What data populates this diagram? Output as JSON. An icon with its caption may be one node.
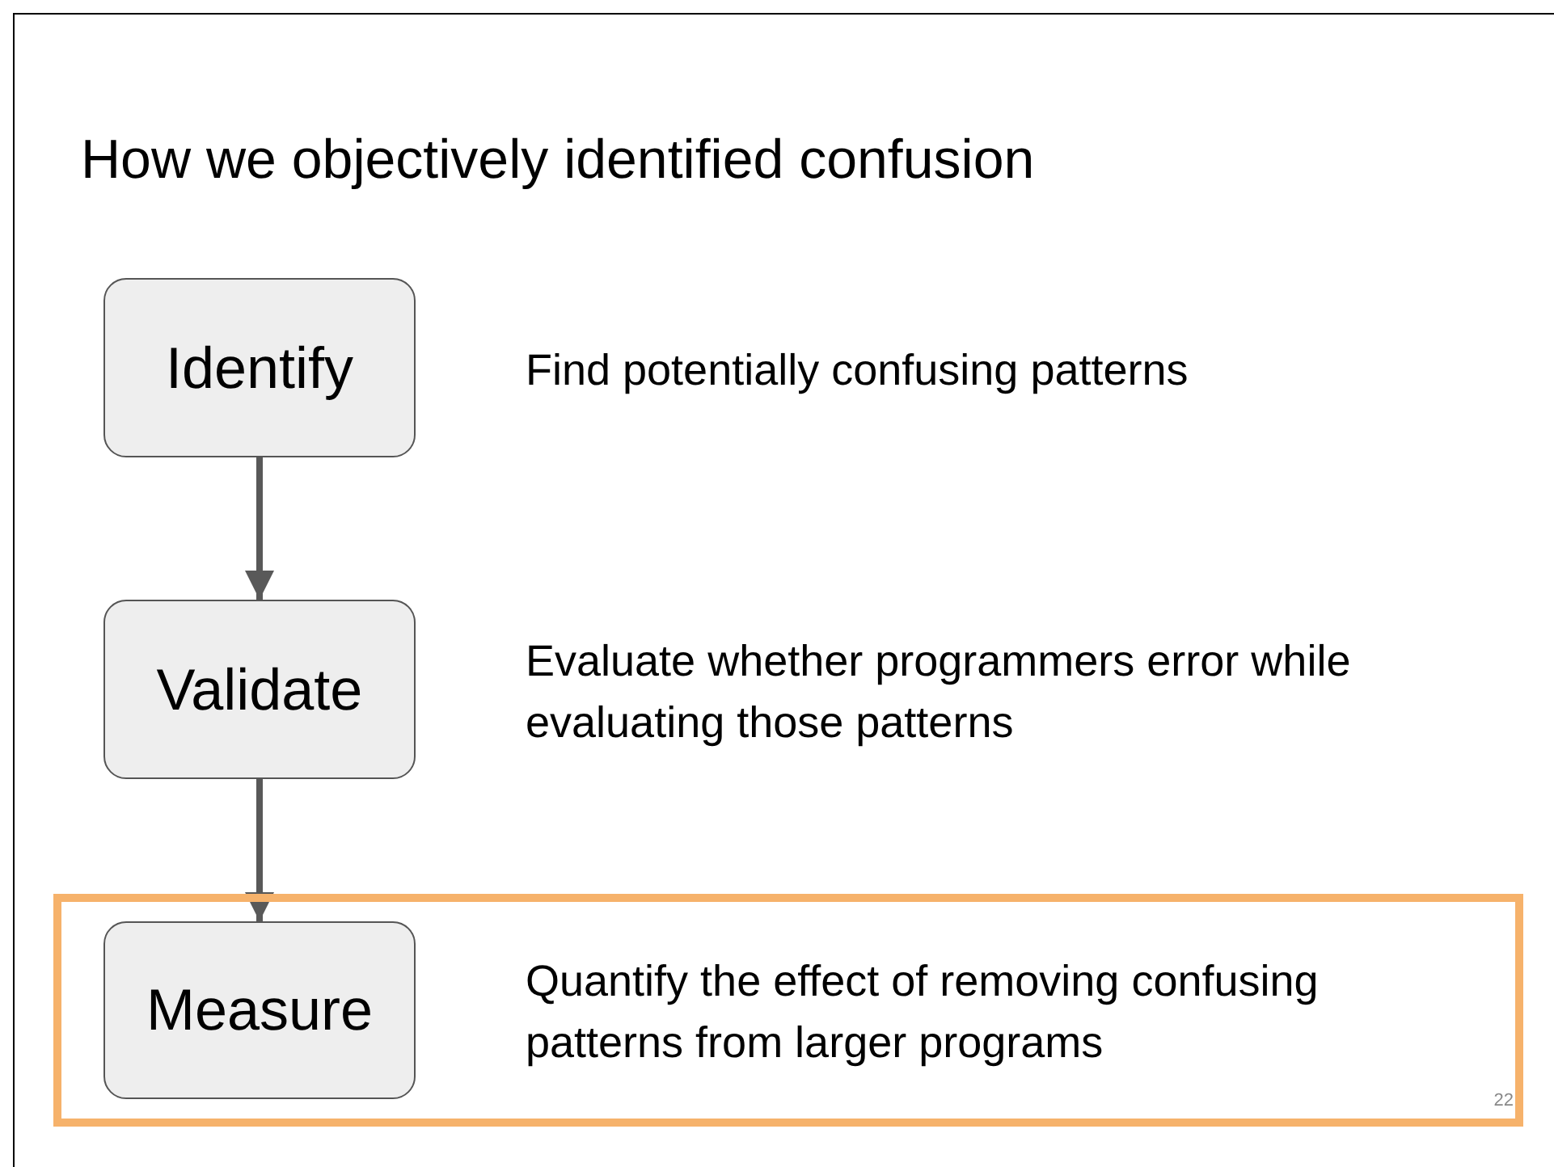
{
  "diagram": {
    "title": "How we objectively identified confusion",
    "nodes": [
      {
        "text": [
          "Identify"
        ],
        "beside": [
          "Find potentially confusing patterns"
        ]
      },
      {
        "text": [
          "Validate"
        ],
        "beside": [
          "Evaluate whether programmers error while evaluating those patterns"
        ]
      },
      {
        "text": [],
        "shape": "box"
      },
      {
        "text": [
          "Measure"
        ],
        "beside": [
          "Quantify the effect of removing confusing patterns from larger programs"
        ],
        "in": 2
      }
    ],
    "edges": [
      {
        "from": 0,
        "to": 1,
        "arrow": "to"
      },
      {
        "from": 1,
        "to": 3,
        "arrow": "to"
      }
    ],
    "labels": [
      "22"
    ]
  }
}
